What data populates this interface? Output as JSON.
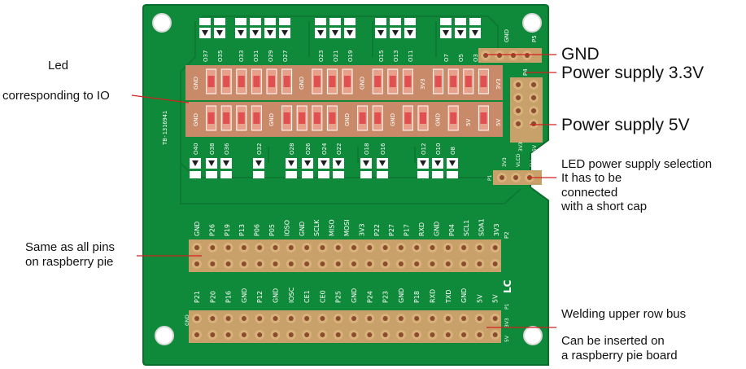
{
  "colors": {
    "board": "#0f8a3a",
    "board_edge": "#0a6e2d",
    "trace": "#0c7a33",
    "header_block": "#c7a06a",
    "pad": "#d8b27a",
    "pad_hole": "#8a4b2e",
    "led": "#e05050",
    "silk": "#ffffff",
    "leader": "#d32020",
    "text": "#111111"
  },
  "callouts": {
    "led": "Led",
    "led_io": "corresponding to IO",
    "gnd": "GND",
    "power_33": "Power supply 3.3V",
    "power_5": "Power supply 5V",
    "led_power_1": "LED power supply selection",
    "led_power_2": "It has to be",
    "led_power_3": "connected",
    "led_power_4": "with a short cap",
    "same_pins_1": "Same as all pins",
    "same_pins_2": "on raspberry pie",
    "welding": "Welding upper row bus",
    "inserted_1": "Can be inserted on",
    "inserted_2": "a raspberry pie board"
  },
  "board": {
    "serial": "TB-1316941",
    "top_led_labels": [
      "O37",
      "O35",
      "O33",
      "O31",
      "O29",
      "O27",
      "O23",
      "O21",
      "O19",
      "O15",
      "O13",
      "O11",
      "O7",
      "O5",
      "O3"
    ],
    "bottom_led_labels": [
      "O40",
      "O38",
      "O36",
      "O32",
      "O28",
      "O26",
      "O24",
      "O22",
      "O18",
      "O16",
      "O12",
      "O10",
      "O8"
    ],
    "led_row1_tags": [
      "GND",
      "GND",
      "GND",
      "3V3",
      "3V3"
    ],
    "led_row2_tags": [
      "GND",
      "GND",
      "GND",
      "GND",
      "GND",
      "5V",
      "5V"
    ],
    "p5_labels": [
      "GND",
      "P5"
    ],
    "p4_label": "P4",
    "p4_side": [
      "3V3",
      "5V"
    ],
    "p1_selector": [
      "3V3",
      "VLCD",
      "5V",
      "P1"
    ],
    "top_header_pins": [
      "GND",
      "P26",
      "P19",
      "P13",
      "P06",
      "P05",
      "IOSO",
      "GND",
      "SCLK",
      "MISO",
      "MOSI",
      "3V3",
      "P22",
      "P27",
      "P17",
      "RXD",
      "GND",
      "P04",
      "SCL1",
      "SDA1",
      "3V3"
    ],
    "bottom_header_pins": [
      "P21",
      "P20",
      "P16",
      "GND",
      "P12",
      "GND",
      "IOSC",
      "CE1",
      "CE0",
      "P25",
      "GND",
      "P24",
      "P23",
      "GND",
      "P18",
      "RXD",
      "TXD",
      "GND",
      "5V",
      "5V"
    ],
    "p2_label": "P2",
    "p1_label": "P1",
    "gnd_left": "GND",
    "v33_5v": [
      "3V3",
      "5V"
    ],
    "logo": "LC"
  }
}
